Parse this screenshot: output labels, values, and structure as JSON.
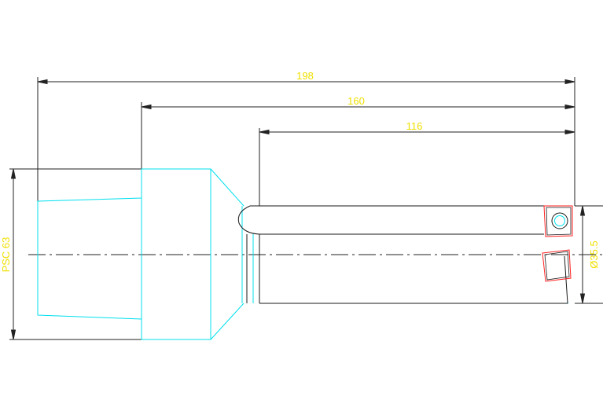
{
  "dimensions": {
    "overall_length": "198",
    "length_mid": "160",
    "length_short": "116",
    "shank_label": "PSC 63",
    "bore_diameter": "Ø35.5"
  },
  "colors": {
    "background": "#ffffff",
    "outline": "#00e0ee",
    "dimension_line": "#222222",
    "dimension_text": "#f0e000",
    "body_edge": "#1a1a1a",
    "insert": "#ff2020"
  }
}
